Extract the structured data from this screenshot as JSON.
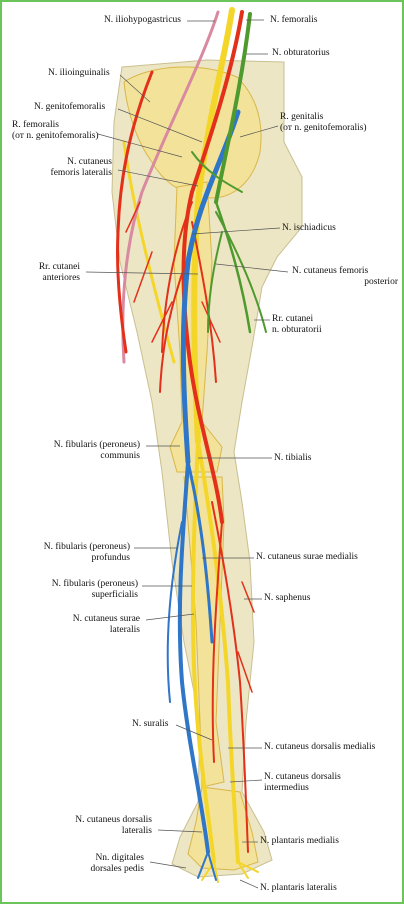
{
  "labels": {
    "iliohypogastricus": "N. iliohypogastricus",
    "femoralis": "N. femoralis",
    "obturatorius": "N. obturatorius",
    "ilioinguinalis": "N. ilioinguinalis",
    "genitofemoralis": "N. genitofemoralis",
    "r_genitalis": [
      "R. genitalis",
      "(от n. genitofemoralis)"
    ],
    "r_femoralis": [
      "R. femoralis",
      "(от n. genitofemoralis)"
    ],
    "cut_fem_lat": [
      "N. cutaneus",
      "femoris lateralis"
    ],
    "ischiadicus": "N. ischiadicus",
    "cut_fem_post": [
      "N. cutaneus femoris",
      "posterior"
    ],
    "rr_cut_ant": [
      "Rr. cutanei",
      "anteriores"
    ],
    "rr_cut_obt": [
      "Rr. cutanei",
      "n. obturatorii"
    ],
    "fib_comm": [
      "N. fibularis (peroneus)",
      "communis"
    ],
    "tibialis": "N. tibialis",
    "fib_prof": [
      "N. fibularis (peroneus)",
      "profundus"
    ],
    "cut_surae_med": "N. cutaneus surae medialis",
    "fib_sup": [
      "N. fibularis (peroneus)",
      "superficialis"
    ],
    "saphenus": "N. saphenus",
    "cut_surae_lat": [
      "N. cutaneus surae",
      "lateralis"
    ],
    "suralis": "N. suralis",
    "cut_dors_med": "N. cutaneus dorsalis medialis",
    "cut_dors_int": [
      "N. cutaneus dorsalis",
      "intermedius"
    ],
    "cut_dors_lat": [
      "N. cutaneus dorsalis",
      "lateralis"
    ],
    "plant_med": "N. plantaris medialis",
    "dig_dors": [
      "Nn. digitales",
      "dorsales pedis"
    ],
    "plant_lat": "N. plantaris lateralis"
  },
  "colors": {
    "frame": "#6cc55a",
    "skin": "#ece6c4",
    "bone": "#f3e39a",
    "nerve_yellow": "#f4d62a",
    "nerve_red": "#e2301b",
    "nerve_blue": "#2f76c8",
    "nerve_green": "#4e9a2e",
    "nerve_pink": "#d98aa0",
    "leader": "#555555"
  }
}
